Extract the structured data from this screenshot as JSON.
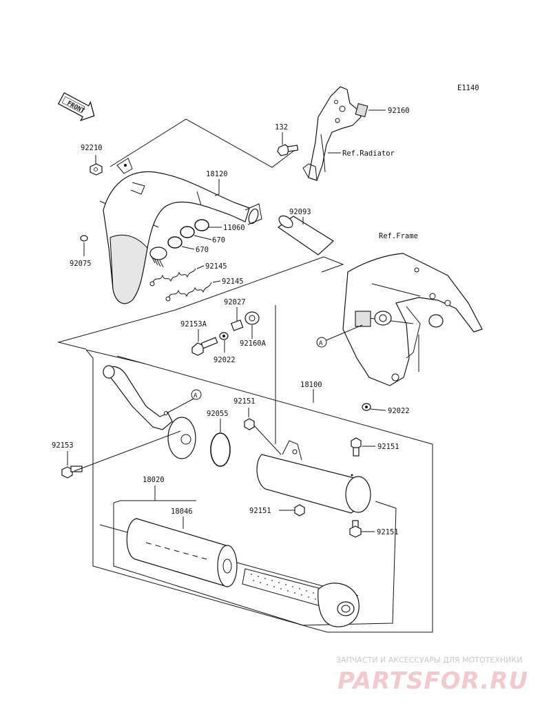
{
  "diagram_code": "E1140",
  "front_marker": "FRONT",
  "callout_marker": "A",
  "labels": {
    "l92210": "92210",
    "l132": "132",
    "l92160": "92160",
    "lRefRadiator": "Ref.Radiator",
    "l18120": "18120",
    "l92093": "92093",
    "l11060": "11060",
    "l670a": "670",
    "l670b": "670",
    "l92075": "92075",
    "l92145a": "92145",
    "l92145b": "92145",
    "lRefFrame": "Ref.Frame",
    "l92027": "92027",
    "l92153A": "92153A",
    "l92160A": "92160A",
    "l92022a": "92022",
    "l18100": "18100",
    "l92151a": "92151",
    "l92055": "92055",
    "l92022b": "92022",
    "l92151b": "92151",
    "l92153": "92153",
    "l18020": "18020",
    "l18046": "18046",
    "l92151c": "92151",
    "l92151d": "92151"
  },
  "watermark": {
    "top": "ЗАПЧАСТИ И АКСЕССУАРЫ ДЛЯ МОТОТЕХНИКИ",
    "brand": "PARTSFOR.RU"
  }
}
